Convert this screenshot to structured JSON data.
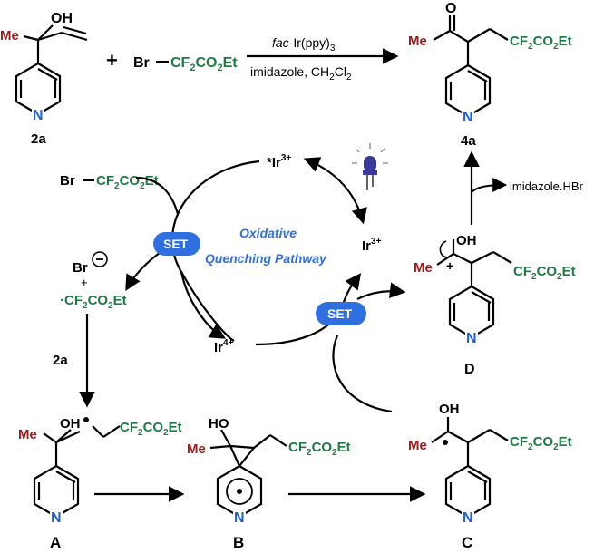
{
  "colors": {
    "bond": "#000000",
    "methyl": "#9b1c1c",
    "fluoro_group": "#1f7a45",
    "nitrogen": "#1f5fd6",
    "set_bubble": "#2f6fe0",
    "pathway_text": "#2f6fe0",
    "oxygen_text": "#000000"
  },
  "reaction": {
    "substrate_label": "2a",
    "product_label": "4a",
    "plus": "+",
    "reagent_br": "Br",
    "reagent_group": "CF2CO2Et",
    "catalyst": "fac-Ir(ppy)3",
    "conditions": "imidazole, CH2Cl2"
  },
  "atoms": {
    "oh": "OH",
    "me": "Me",
    "n": "N",
    "o": "O",
    "ho": "HO",
    "br": "Br"
  },
  "cycle": {
    "title_line1": "Oxidative",
    "title_line2": "Quenching Pathway",
    "ir3_excited": "*Ir3+",
    "ir3": "Ir3+",
    "ir4": "Ir4+",
    "set_label": "SET",
    "br_minus": "Br",
    "plus_sign": "+",
    "radical": "·CF2CO2Et",
    "reagent": "Br—CF2CO2Et",
    "step_label": "2a",
    "byproduct": "imidazole.HBr",
    "light_icon": "led-bulb-icon"
  },
  "intermediates": {
    "A": "A",
    "B": "B",
    "C": "C",
    "D": "D"
  }
}
